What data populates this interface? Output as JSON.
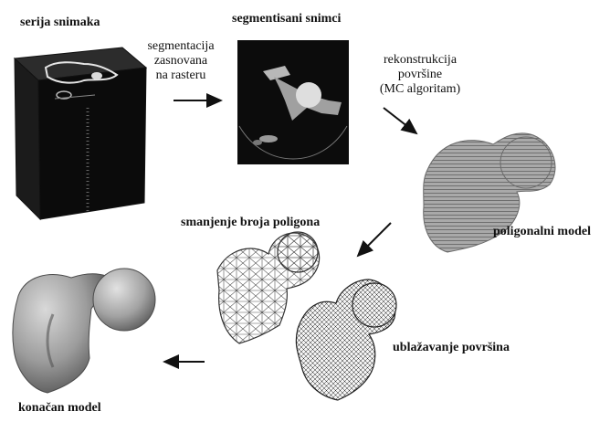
{
  "stages": {
    "image_series": "serija snimaka",
    "segmented_images": "segmentisani snimci",
    "polygonal_model": "poligonalni model",
    "polygon_reduction": "smanjenje broja poligona",
    "surface_smoothing": "ublažavanje površina",
    "final_model": "konačan model"
  },
  "steps": {
    "segmentation": [
      "segmentacija",
      "zasnovana",
      "na rasteru"
    ],
    "reconstruction": [
      "rekonstrukcija",
      "površine",
      "(MC algoritam)"
    ]
  }
}
